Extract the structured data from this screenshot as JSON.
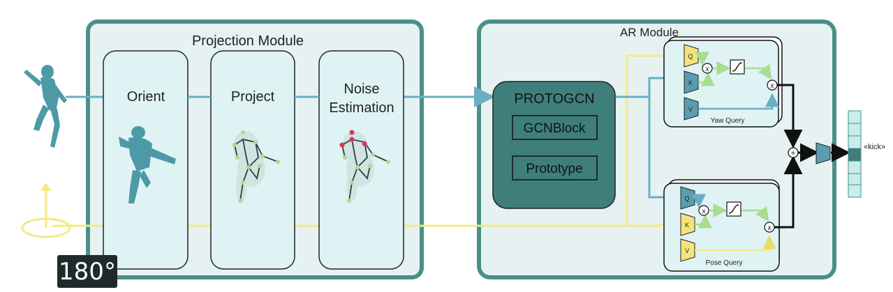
{
  "projection_module": {
    "title": "Projection Module",
    "blocks": [
      {
        "label": "Orient"
      },
      {
        "label": "Project"
      },
      {
        "label_line1": "Noise",
        "label_line2": "Estimation"
      }
    ]
  },
  "ar_module": {
    "title": "AR Module",
    "protogcn": {
      "title": "PROTOGCN",
      "gcnblock": "GCNBlock",
      "prototype": "Prototype"
    },
    "yaw_query": {
      "label": "Yaw Query",
      "q": "Q",
      "k": "K",
      "v": "V",
      "mult": "x"
    },
    "pose_query": {
      "label": "Pose Query",
      "q": "Q",
      "k": "K",
      "v": "V",
      "mult": "x"
    },
    "plus": "+"
  },
  "output_label": "«kick»",
  "rotation_badge": "180°",
  "colors": {
    "teal_dark": "#4a8f8a",
    "teal_panel_bg": "#e6f2f2",
    "module_fill": "#dff3f5",
    "cyan_line": "#6aaec3",
    "yellow_line": "#f2ea86",
    "yellow_box": "#f4e37a",
    "blue_box": "#5b9db0",
    "protogcn": "#3f7f7b",
    "green_arrow": "#a9dc8f"
  }
}
